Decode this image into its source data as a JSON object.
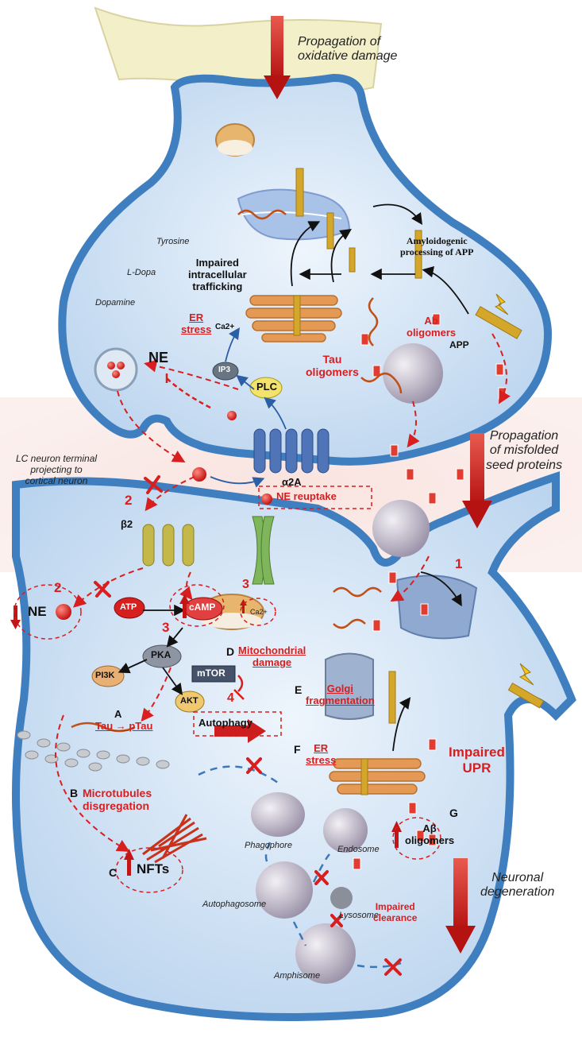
{
  "colors": {
    "membrane": "#3f7fc0",
    "cytoplasm": "#dbe9f7",
    "cleft": "#f6d9d6",
    "accent_red": "#d81e1e",
    "golgi_orange": "#e49a55",
    "er_blue": "#a9c2e8",
    "amyloid_gold": "#d4a72a"
  },
  "presynaptic": {
    "propagation_oxidative": "Propagation of\noxidative damage",
    "tyrosine": "Tyrosine",
    "ldopa": "L-Dopa",
    "dopamine": "Dopamine",
    "ne_vesicle_label": "NE",
    "impaired_trafficking": "Impaired\nintracellular\ntrafficking",
    "er_stress": "ER\nstress",
    "ca2": "Ca2+",
    "ip3": "IP3",
    "plc": "PLC",
    "tau_oligomers": "Tau\noligomers",
    "ab_oligomers": "Ab\noligomers",
    "amyloidogenic": "Amyloidogenic\nprocessing of APP",
    "app": "APP"
  },
  "synapse": {
    "lc_terminal": "LC neuron terminal\nprojecting to\ncortical neuron",
    "propagation_misfolded": "Propagation\nof misfolded\nseed proteins",
    "alpha2a": "α2A",
    "ne_reuptake": "NE reuptake",
    "num2_top": "2",
    "beta2": "β2",
    "num3_ca": "3",
    "ca2_post": "Ca2+",
    "num1": "1"
  },
  "postsynaptic": {
    "num2_left": "2",
    "ne_left": "NE",
    "atp": "ATP",
    "camp": "cAMP",
    "num3": "3",
    "pka": "PKA",
    "pi3k": "PI3K",
    "mtor": "mTOR",
    "akt": "AKT",
    "num4": "4",
    "autophagy": "Autophagy",
    "letter_a": "A",
    "tau_ptau": "Tau → pTau",
    "letter_b": "B",
    "microtubules": "Microtubules\ndisgregation",
    "letter_c": "C",
    "nfts": "NFTs",
    "letter_d": "D",
    "mito_damage": "Mitochondrial\ndamage",
    "letter_e": "E",
    "golgi_frag": "Golgi\nfragmentation",
    "letter_f": "F",
    "er_stress_f": "ER\nstress",
    "impaired_upr": "Impaired\nUPR",
    "letter_g": "G",
    "ab_oligomers_g": "Aβ\noligomers",
    "phagophore": "Phagophore",
    "endosome": "Endosome",
    "autophagosome": "Autophagosome",
    "lysosome": "Lysosome",
    "impaired_clearance": "Impaired\nclearance",
    "amphisome": "Amphisome",
    "neuronal_degeneration": "Neuronal\ndegeneration"
  }
}
